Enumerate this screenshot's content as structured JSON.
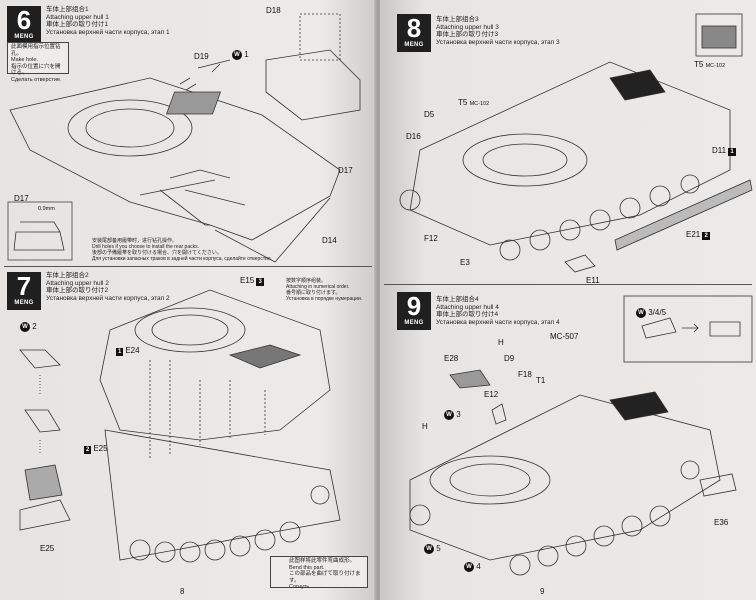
{
  "brand": "MENG",
  "steps": [
    {
      "num": "6",
      "title_cn": "车体上部组合1",
      "title_en": "Attaching upper hull 1",
      "title_jp": "車体上部の取り付け1",
      "title_ru": "Установка верхней части корпуса, этап 1"
    },
    {
      "num": "7",
      "title_cn": "车体上部组合2",
      "title_en": "Attaching upper hull 2",
      "title_jp": "車体上部の取り付け2",
      "title_ru": "Установка верхней части корпуса, этап 2"
    },
    {
      "num": "8",
      "title_cn": "车体上部组合3",
      "title_en": "Attaching upper hull 3",
      "title_jp": "車体上部の取り付け3",
      "title_ru": "Установка верхней части корпуса, этап 3"
    },
    {
      "num": "9",
      "title_cn": "车体上部组合4",
      "title_en": "Attaching upper hull 4",
      "title_jp": "車体上部の取り付け4",
      "title_ru": "Установка верхней части корпуса, этап 4"
    }
  ],
  "notes": {
    "hole_cn": "此面模用指示位置钻孔。",
    "hole_en": "Make hole.",
    "hole_jp": "指示の位置に穴を開ける。",
    "hole_ru": "Сделать отверстие.",
    "rear_cn": "安装尾部备用履带时，进行钻孔操作。",
    "rear_en": "Drill holes if you choose to install the rear packs.",
    "rear_jp": "後部の予備履帯を取り付ける場合、穴を開けてください。",
    "rear_ru": "Для установки запасных траков в задней части корпуса, сделайте отверстия.",
    "order_cn": "按数字顺序组装。",
    "order_en": "Attaching in numerical order.",
    "order_jp": "番号順に取り付けます。",
    "order_ru": "Установка в порядке нумерации.",
    "bend_cn": "此图样将此零件弯曲成形。",
    "bend_en": "Bend this part.",
    "bend_jp": "この部品を曲げて取り付けます。",
    "bend_ru": "Согнуть."
  },
  "labels": {
    "d18": "D18",
    "d19": "D19",
    "w1": "1",
    "d17a": "D17",
    "d17b": "D17",
    "d14": "D14",
    "mm": "0.9mm",
    "e15": "E15",
    "e15n": "3",
    "e24": "E24",
    "e24n": "1",
    "e25a": "E25",
    "e25n": "2",
    "e25b": "E25",
    "w2": "2",
    "d5": "D5",
    "t5": "T5",
    "mc102": "MC-102",
    "d16": "D16",
    "d11": "D11",
    "d11n": "1",
    "f12": "F12",
    "e3": "E3",
    "e21": "E21",
    "e21n": "2",
    "e11": "E11",
    "t5b": "T5",
    "mc102b": "MC-102",
    "e28": "E28",
    "h1": "H",
    "d9": "D9",
    "f18": "F18",
    "t1": "T1",
    "mc507": "MC-507",
    "e12": "E12",
    "w3": "3",
    "h2": "H",
    "w5": "5",
    "w4": "4",
    "e36": "E36",
    "w345": "3/4/5"
  },
  "page_numbers": {
    "left": "8",
    "right": "9"
  }
}
